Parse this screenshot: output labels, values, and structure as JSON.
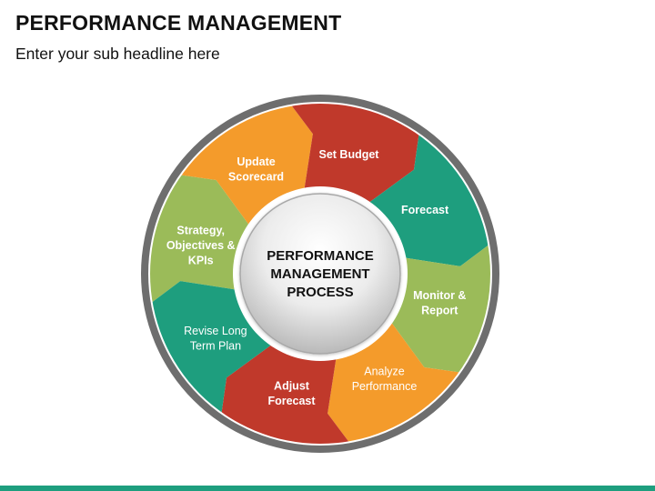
{
  "header": {
    "title": "PERFORMANCE MANAGEMENT",
    "subtitle": "Enter your sub headline here"
  },
  "diagram": {
    "center": {
      "lines": [
        "PERFORMANCE",
        "MANAGEMENT",
        "PROCESS"
      ]
    },
    "segments": [
      {
        "id": "strategy",
        "lines": [
          "Strategy,",
          "Objectives &",
          "KPIs"
        ],
        "color": "#9bbb59",
        "bold": true
      },
      {
        "id": "update-scorecard",
        "lines": [
          "Update",
          "Scorecard"
        ],
        "color": "#f49b2b",
        "bold": true
      },
      {
        "id": "set-budget",
        "lines": [
          "Set Budget"
        ],
        "color": "#c0392b",
        "bold": true
      },
      {
        "id": "forecast",
        "lines": [
          "Forecast"
        ],
        "color": "#1e9e7e",
        "bold": true
      },
      {
        "id": "monitor-report",
        "lines": [
          "Monitor &",
          "Report"
        ],
        "color": "#9bbb59",
        "bold": true
      },
      {
        "id": "analyze-performance",
        "lines": [
          "Analyze",
          "Performance"
        ],
        "color": "#f49b2b",
        "bold": false
      },
      {
        "id": "adjust-forecast",
        "lines": [
          "Adjust",
          "Forecast"
        ],
        "color": "#c0392b",
        "bold": true
      },
      {
        "id": "revise-plan",
        "lines": [
          "Revise Long",
          "Term Plan"
        ],
        "color": "#1e9e7e",
        "bold": false
      }
    ]
  },
  "theme": {
    "outer_ring": "#6e6e6e",
    "accent_bar": "#1e9e7e"
  }
}
